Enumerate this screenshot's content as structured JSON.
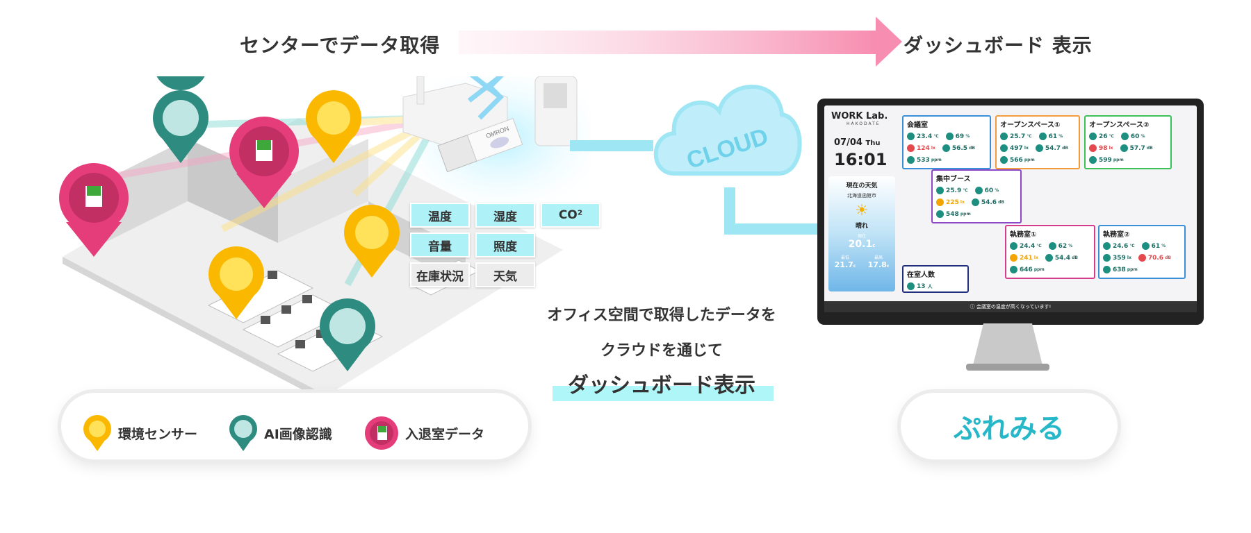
{
  "header": {
    "left_title": "センターでデータ取得",
    "right_title": "ダッシュボード 表示"
  },
  "colors": {
    "env_sensor": "#fbb800",
    "ai_camera": "#2e8b80",
    "entry_data": "#e53d7a",
    "cloud": "#9fe6f5",
    "accent_cyan": "#aef6f8",
    "arrow_pink": "#f78db0"
  },
  "cloud": {
    "label": "CLOUD"
  },
  "devices": {
    "usb_brand": "OMRON"
  },
  "sensor_tags": [
    {
      "label": "温度",
      "style": "cyan"
    },
    {
      "label": "湿度",
      "style": "cyan"
    },
    {
      "label": "CO²",
      "style": "cyan"
    },
    {
      "label": "音量",
      "style": "cyan"
    },
    {
      "label": "照度",
      "style": "cyan"
    },
    {
      "label": "在庫状況",
      "style": "grey"
    },
    {
      "label": "天気",
      "style": "grey"
    }
  ],
  "legend": {
    "items": [
      {
        "label": "環境センサー",
        "icon": "yellow-pin-icon"
      },
      {
        "label": "AI画像認識",
        "icon": "teal-pin-icon"
      },
      {
        "label": "入退室データ",
        "icon": "pink-pin-icon"
      }
    ]
  },
  "center_text": {
    "line1": "オフィス空間で取得したデータを",
    "line2": "クラウドを通じて",
    "line3": "ダッシュボード表示"
  },
  "dashboard": {
    "brand": "WORK Lab.",
    "brand_sub": "HAKODATE",
    "date": "07/04",
    "weekday": "Thu",
    "time": "16:01",
    "weather": {
      "title": "現在の天気",
      "location": "北海道函館市",
      "condition": "晴れ",
      "now_label": "現在",
      "now": "20.1",
      "low_label": "最低",
      "low": "21.7",
      "high_label": "最高",
      "high": "17.8",
      "unit": "c"
    },
    "occupancy": {
      "title": "在室人数",
      "value": "13",
      "unit": "人"
    },
    "alert": "会議室の温度が高くなっています!",
    "rooms": [
      {
        "name": "会議室",
        "temp": "23.4",
        "hum": "69",
        "lux": "124",
        "db": "56.5",
        "co2": "533",
        "lux_state": "warn-r",
        "db_state": ""
      },
      {
        "name": "オープンスペース①",
        "temp": "25.7",
        "hum": "61",
        "lux": "497",
        "db": "54.7",
        "co2": "566",
        "lux_state": "",
        "db_state": ""
      },
      {
        "name": "オープンスペース②",
        "temp": "26",
        "hum": "60",
        "lux": "98",
        "db": "57.7",
        "co2": "599",
        "lux_state": "warn-r",
        "db_state": ""
      },
      {
        "name": "集中ブース",
        "temp": "25.9",
        "hum": "60",
        "lux": "225",
        "db": "54.6",
        "co2": "548",
        "lux_state": "warn-y",
        "db_state": ""
      },
      {
        "name": "執務室①",
        "temp": "24.4",
        "hum": "62",
        "lux": "241",
        "db": "54.4",
        "co2": "646",
        "lux_state": "warn-y",
        "db_state": ""
      },
      {
        "name": "執務室②",
        "temp": "24.6",
        "hum": "61",
        "lux": "359",
        "db": "70.6",
        "co2": "638",
        "lux_state": "",
        "db_state": "warn-r"
      }
    ],
    "units": {
      "temp": "℃",
      "hum": "%",
      "lux": "lx",
      "db": "dB",
      "co2": "ppm"
    }
  },
  "logo": {
    "text": "ぷれみる"
  }
}
